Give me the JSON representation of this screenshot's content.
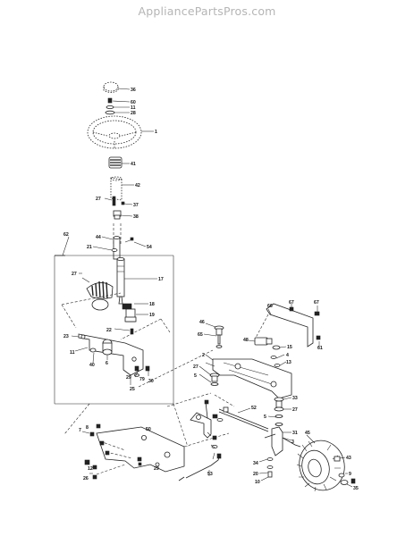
{
  "watermark": "AppliancePartsPros.com",
  "callouts": {
    "c36": "36",
    "c60": "60",
    "c11": "11",
    "c28": "28",
    "c1": "1",
    "c41": "41",
    "c42": "42",
    "c27a": "27",
    "c37": "37",
    "c38": "38",
    "c62": "62",
    "c44": "44",
    "c21": "21",
    "c54": "54",
    "c27b": "27",
    "c17": "17",
    "c18": "18",
    "c19": "19",
    "c22": "22",
    "c23": "23",
    "c11b": "11",
    "c40": "40",
    "c6": "6",
    "c29": "29",
    "c25": "25",
    "c79": "79",
    "c30": "30",
    "c46": "46",
    "c65": "65",
    "c2": "2",
    "c27c": "27",
    "c5": "5",
    "c66": "66",
    "c67": "67",
    "c61": "61",
    "c48": "48",
    "c15": "15",
    "c4": "4",
    "c13": "13",
    "c33": "33",
    "c27d": "27",
    "c5b": "5",
    "c52": "52",
    "c31": "31",
    "c3": "3",
    "c45": "45",
    "c43": "43",
    "c9": "9",
    "c35": "35",
    "c7": "7",
    "c8": "8",
    "c12": "12",
    "c26": "26",
    "c50": "50",
    "c29b": "29",
    "c53": "53",
    "c34": "34",
    "c10": "10",
    "c20": "20"
  }
}
